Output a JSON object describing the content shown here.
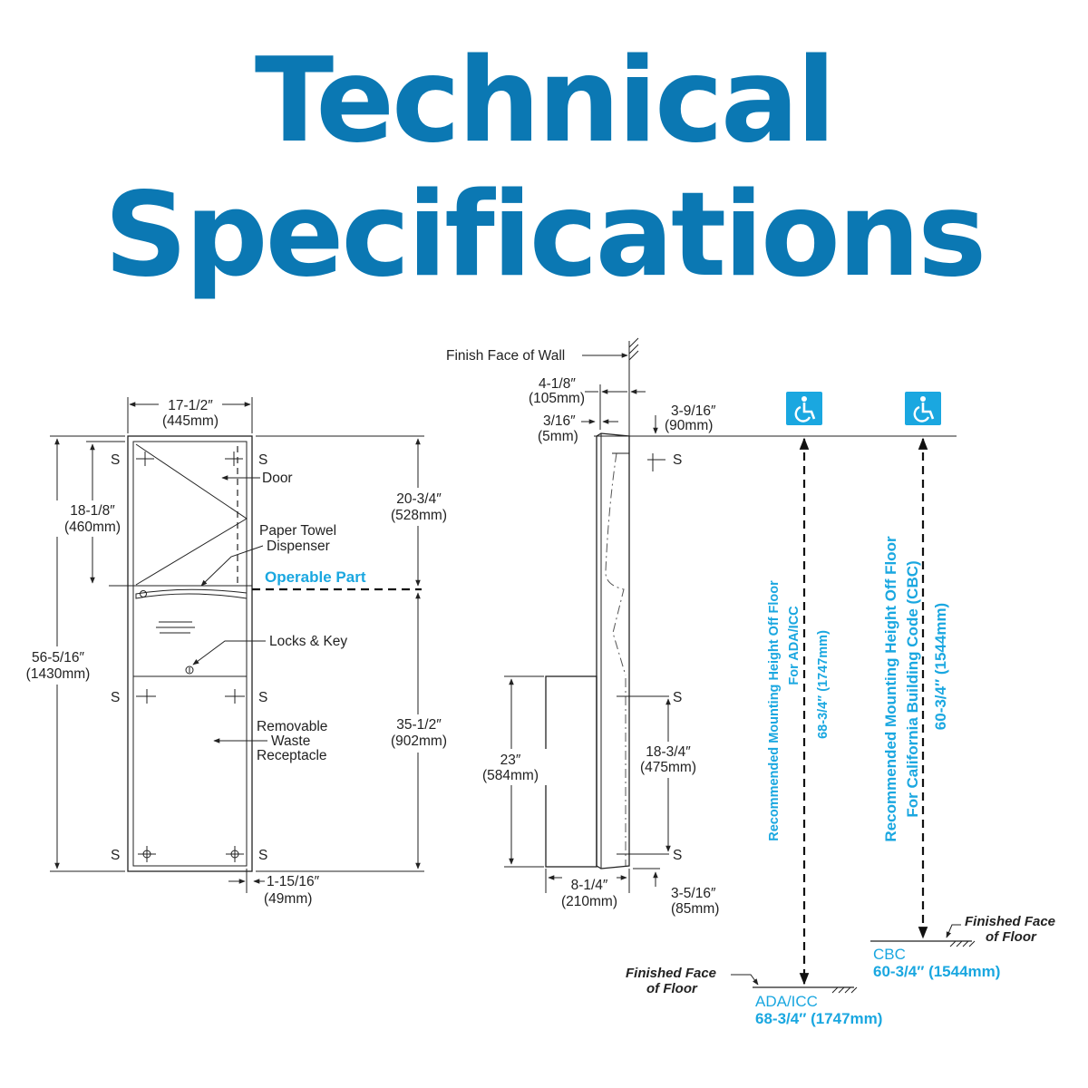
{
  "title": {
    "line1": "Technical",
    "line2": "Specifications"
  },
  "front_view": {
    "width_in": "17-1/2″",
    "width_mm": "(445mm)",
    "height_in": "56-5/16″",
    "height_mm": "(1430mm)",
    "door_height_in": "18-1/8″",
    "door_height_mm": "(460mm)",
    "top_to_operable_in": "20-3/4″",
    "top_to_operable_mm": "(528mm)",
    "operable_to_bottom_in": "35-1/2″",
    "operable_to_bottom_mm": "(902mm)",
    "flange_in": "1-15/16″",
    "flange_mm": "(49mm)",
    "door_label": "Door",
    "dispenser_label_1": "Paper Towel",
    "dispenser_label_2": "Dispenser",
    "operable_label": "Operable Part",
    "locks_label": "Locks & Key",
    "waste_label_1": "Removable",
    "waste_label_2": "Waste",
    "waste_label_3": "Receptacle",
    "screw_label": "S"
  },
  "side_view": {
    "wall_label": "Finish Face of Wall",
    "depth_in": "4-1/8″",
    "depth_mm": "(105mm)",
    "flange_thk_in": "3/16″",
    "flange_thk_mm": "(5mm)",
    "top_offset_in": "3-9/16″",
    "top_offset_mm": "(90mm)",
    "bin_height_in": "23″",
    "bin_height_mm": "(584mm)",
    "screw_span_in": "18-3/4″",
    "screw_span_mm": "(475mm)",
    "bin_depth_in": "8-1/4″",
    "bin_depth_mm": "(210mm)",
    "bottom_offset_in": "3-5/16″",
    "bottom_offset_mm": "(85mm)",
    "screw_label": "S"
  },
  "mounting": {
    "ada_vertical_1": "Recommended Mounting Height Off Floor",
    "ada_vertical_2": "For ADA/ICC",
    "ada_vertical_3": "68-3/4″ (1747mm)",
    "cbc_vertical_1": "Recommended Mounting Height Off Floor",
    "cbc_vertical_2": "For California Building Code (CBC)",
    "cbc_vertical_3": "60-3/4″ (1544mm)",
    "ada_code": "ADA/ICC",
    "ada_value": "68-3/4″ (1747mm)",
    "cbc_code": "CBC",
    "cbc_value": "60-3/4″ (1544mm)",
    "floor_label_1": "Finished Face",
    "floor_label_2": "of Floor",
    "accessibility_icon": "wheelchair-icon"
  },
  "colors": {
    "title": "#0b78b3",
    "accent": "#1aa7e0",
    "line": "#222222"
  }
}
